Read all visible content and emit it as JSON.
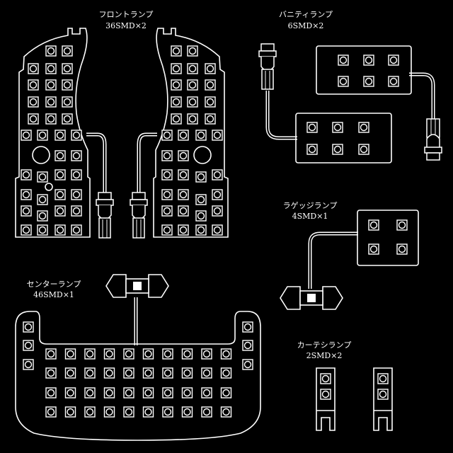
{
  "colors": {
    "background": "#000000",
    "line": "#ffffff"
  },
  "lamps": {
    "front": {
      "name": "フロントランプ",
      "spec": "36SMD×2"
    },
    "vanity": {
      "name": "バニティランプ",
      "spec": "6SMD×2"
    },
    "luggage": {
      "name": "ラゲッジランプ",
      "spec": "4SMD×1"
    },
    "center": {
      "name": "センターランプ",
      "spec": "46SMD×1"
    },
    "courtesy": {
      "name": "カーテシランプ",
      "spec": "2SMD×2"
    }
  }
}
